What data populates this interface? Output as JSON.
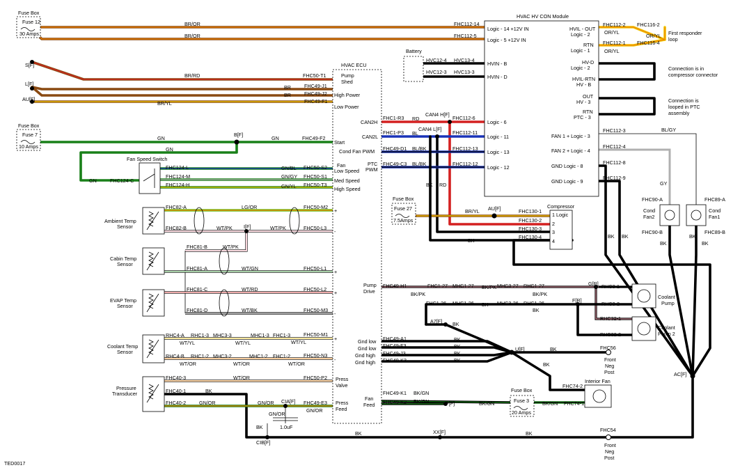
{
  "module": {
    "title": "HVAC HV CON Module",
    "left_pins": [
      {
        "id": "l14",
        "conn": "FHC112-14",
        "label": "Logic - 14  +12V IN"
      },
      {
        "id": "l5",
        "conn": "FHC112-5",
        "label": "Logic - 5  +12V IN"
      },
      {
        "id": "hvb",
        "conn": "HVC13-4",
        "label": "HVIN - B"
      },
      {
        "id": "hvd",
        "conn": "HVC13-3",
        "label": "HVIN - D"
      },
      {
        "id": "l6",
        "conn": "FHC112-6",
        "label": "Logic - 6"
      },
      {
        "id": "l11",
        "conn": "FHC112-11",
        "label": "Logic - 11"
      },
      {
        "id": "l13",
        "conn": "FHC112-13",
        "label": "Logic - 13"
      },
      {
        "id": "l12",
        "conn": "FHC112-12",
        "label": "Logic - 12"
      }
    ],
    "right_pins": {
      "hvil_out": "HVIL - OUT",
      "logic2": "Logic - 2",
      "rtn": "RTN",
      "logic1": "Logic - 1",
      "hvd": "HV-D",
      "hvd2": "Logic - 2",
      "hvil_rtn": "HVIL-RTN",
      "hvb": "HV - B",
      "out": "OUT",
      "hv3": "HV - 3",
      "rtn2": "RTN",
      "ptc3": "PTC - 3",
      "fan1": "FAN 1 +  Logic - 3",
      "fan2": "FAN 2 +  Logic - 4",
      "gnd8": "GND      Logic - 8",
      "gnd9": "GND      Logic - 9"
    },
    "right_conns": {
      "c2": "FHC112-2",
      "c1": "FHC112-1",
      "c3": "FHC112-3",
      "c4": "FHC112-4",
      "c8": "FHC112-8",
      "c9": "FHC112-9",
      "t2": "FHC116-2",
      "t4": "FHC116-4"
    }
  },
  "notes": {
    "first_responder": "First responder loop",
    "compressor_conn": "Connection is in compressor connector",
    "ptc_loop": "Connection is looped in PTC assembly"
  },
  "fuses": {
    "f12": {
      "box": "Fuse Box",
      "name": "Fuse 12",
      "amps": "30 Amps"
    },
    "f7": {
      "box": "Fuse Box",
      "name": "Fuse 7",
      "amps": "10 Amps"
    },
    "f27": {
      "box": "Fuse Box",
      "name": "Fuse 27",
      "amps": "7.5Amps"
    },
    "f3": {
      "box": "Fuse Box",
      "name": "Fuse 3",
      "amps": "20 Amps"
    }
  },
  "battery": "Battery",
  "ecu": {
    "title": "HVAC ECU",
    "left_pins": [
      {
        "id": "pump_shed",
        "conn": "FHC50-T1",
        "label": "Pump Shed"
      },
      {
        "id": "high_power",
        "conn": "FHC49-J1",
        "label": "High Power"
      },
      {
        "id": "hp2",
        "conn": "FHC49-J2",
        "label": ""
      },
      {
        "id": "low_power",
        "conn": "FHC49-F1",
        "label": "Low Power"
      },
      {
        "id": "start",
        "conn": "FHC49-F2",
        "label": "Start"
      },
      {
        "id": "fan_low",
        "conn": "FHC50-S2",
        "label": "Fan Low Speed"
      },
      {
        "id": "med",
        "conn": "FHC50-S1",
        "label": "Med Speed"
      },
      {
        "id": "high",
        "conn": "FHC50-T3",
        "label": "High Speed"
      },
      {
        "id": "m2",
        "conn": "FHC50-M2",
        "label": "+"
      },
      {
        "id": "l3",
        "conn": "FHC50-L3",
        "label": "-"
      },
      {
        "id": "l1",
        "conn": "FHC50-L1",
        "label": "+"
      },
      {
        "id": "l2",
        "conn": "FHC50-L2",
        "label": "+"
      },
      {
        "id": "m3",
        "conn": "FHC50-M3",
        "label": "-"
      },
      {
        "id": "m1",
        "conn": "FHC50-M1",
        "label": "+"
      },
      {
        "id": "n3",
        "conn": "FHC50-N3",
        "label": "-"
      },
      {
        "id": "p2",
        "conn": "FHC50-P2",
        "label": "Press Valve"
      },
      {
        "id": "e3",
        "conn": "FHC49-E3",
        "label": "Press Feed"
      }
    ],
    "right_pins": {
      "can2h": "CAN2H",
      "can2l": "CAN2L",
      "cond_pwm": "Cond Fan PWM",
      "ptc_pwm": "PTC PWM",
      "pump_drive": "Pump Drive",
      "gnd_low1": "Gnd low",
      "gnd_low2": "Gnd low",
      "gnd_high1": "Gnd high",
      "gnd_high2": "Gnd high",
      "fan_feed": "Fan Feed"
    }
  },
  "sensors": {
    "ambient": "Ambient Temp Sensor",
    "cabin": "Cabin Temp Sensor",
    "evap": "EVAP Temp Sensor",
    "coolant": "Coolant Temp Sensor",
    "pressure": "Pressure Transducer"
  },
  "fan_switch": "Fan Speed Switch",
  "compressor": {
    "title": "Compressor",
    "pins": [
      "1  Logic",
      "2",
      "3",
      "4"
    ]
  },
  "pumps": {
    "p1": "Coolant Pump",
    "p2": "Coolant Pump 2"
  },
  "cond_fans": {
    "f2": "Cond Fan2",
    "f1": "Cond Fan1"
  },
  "interior_fan": "Interior Fan",
  "front_neg": [
    "Front Neg Post",
    "Front Neg Post"
  ],
  "splices": {
    "s": "S[F]",
    "l": "L[F]",
    "au": "AU[F]",
    "b": "B[F]",
    "i": "I[F]",
    "can4h": "CAN4 H[F]",
    "can4l": "CAN4 L[F]",
    "au2": "AU[F]",
    "g": "G[R]",
    "f": "F[R]",
    "a7": "A7[F]",
    "u": "U[F]",
    "ac": "AC[F]",
    "cia": "CIA[F]",
    "cib": "CIB[F]",
    "p": "P[F]",
    "xx": "XX[F]"
  },
  "labels": {
    "fhc124c": "FHC124-C",
    "fhc124l": "FHC124-L",
    "fhc124m": "FHC124-M",
    "fhc124h": "FHC124-H",
    "hvc12_4": "HVC12-4",
    "hvc12_3": "HVC12-3",
    "fhc1_r3": "FHC1-R3",
    "fhc1_p3": "FHC1-P3",
    "fhc49_d1": "FHC49-D1",
    "fhc49_c3": "FHC49-C3",
    "fhc130_1": "FHC130-1",
    "fhc130_2": "FHC130-2",
    "fhc130_3": "FHC130-3",
    "fhc130_4": "FHC130-4",
    "fhc90a": "FHC90-A",
    "fhc90b": "FHC90-B",
    "fhc89a": "FHC89-A",
    "fhc89b": "FHC89-B",
    "fhc82a": "FHC82-A",
    "fhc82b": "FHC82-B",
    "fhc81b": "FHC81-B",
    "fhc81a": "FHC81-A",
    "fhc81c": "FHC81-C",
    "fhc81d": "FHC81-D",
    "rhc4a": "RHC4-A",
    "rhc1_3": "RHC1-3",
    "mhc3_3": "MHC3-3",
    "mhc1_3": "MHC1-3",
    "fhc1_3": "FHC1-3",
    "rhc4b": "RHC4-B",
    "rhc1_2": "RHC1-2",
    "mhc3_2": "MHC3-2",
    "mhc1_2": "MHC1-2",
    "fhc1_2": "FHC1-2",
    "fhc40_3": "FHC40-3",
    "fhc40_1": "FHC40-1",
    "fhc40_2": "FHC40-2",
    "fhc49h1": "FHC49-H1",
    "fhc1_27": "FHC1-27",
    "mhc1_27": "MHC1-27",
    "mhc3_27": "MHC3-27",
    "rhc1_27": "RHC1-27",
    "fhc1_26": "FHC1-26",
    "mhc1_26": "MHC1-26",
    "mhc3_26": "MHC3-26",
    "rhc1_26": "RHC1-26",
    "rhc3_1": "RHC3-1",
    "rhc3_2": "RHC3-2",
    "rhc32_1": "RHC32-1",
    "rhc32_2": "RHC32-2",
    "fhc49a1": "FHC49-A1",
    "fhc49f3": "FHC49-F3",
    "fhc49j3": "FHC49-J3",
    "fhc49k3": "FHC49-K3",
    "fhc49k1": "FHC49-K1",
    "fhc49k2": "FHC49-K2",
    "fhc74_2": "FHC74-2",
    "fhc74_1": "FHC74-1",
    "fhc56": "FHC56",
    "fhc54": "FHC54",
    "cap": "1.0uF",
    "ted": "TED0017"
  },
  "wire_colors": {
    "br_or": "BR/OR",
    "br_rd": "BR/RD",
    "br": "BR",
    "br_yl": "BR/YL",
    "gn": "GN",
    "gn_bl": "GN/BL",
    "gn_gy": "GN/GY",
    "gn_yl": "GN/YL",
    "lg_or": "LG/OR",
    "wt_pk": "WT/PK",
    "wt_gn": "WT/GN",
    "wt_rd": "WT/RD",
    "wt_bk": "WT/BK",
    "wt_yl": "WT/YL",
    "wt_or": "WT/OR",
    "bk": "BK",
    "gn_or": "GN/OR",
    "rd": "RD",
    "bl": "BL",
    "bl_bk": "BL/BK",
    "bk_pk": "BK/PK",
    "bk_gn": "BK/GN",
    "or_yl": "OR/YL",
    "bl_gy": "BL/GY",
    "gy": "GY"
  },
  "colors": {
    "brown": "#8a4a12",
    "orange": "#f08000",
    "red": "#d42020",
    "green": "#198019",
    "lime": "#66c020",
    "blue": "#1a33b8",
    "black": "#000000",
    "gray": "#b0b0b0",
    "yellow": "#f0c800",
    "pink": "#f09aaa",
    "white": "#ffffff"
  }
}
